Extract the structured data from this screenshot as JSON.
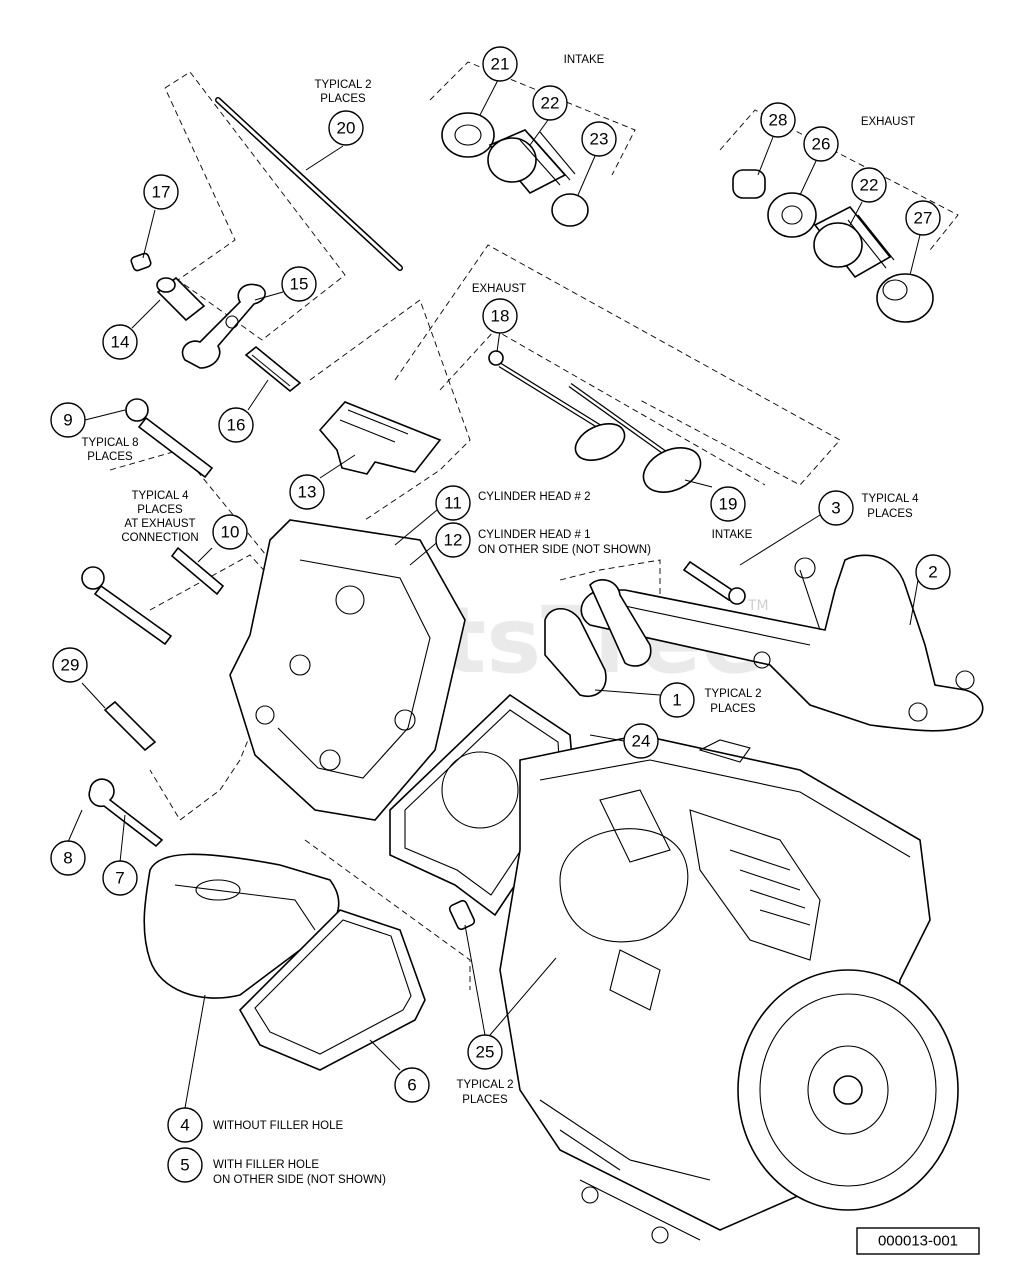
{
  "diagram": {
    "figure_code": "000013-001",
    "watermark": "PartsTree",
    "watermark_tm": "TM"
  },
  "callouts": {
    "c1": "1",
    "c2": "2",
    "c3": "3",
    "c4": "4",
    "c5": "5",
    "c6": "6",
    "c7": "7",
    "c8": "8",
    "c9": "9",
    "c10": "10",
    "c11": "11",
    "c12": "12",
    "c13": "13",
    "c14": "14",
    "c15": "15",
    "c16": "16",
    "c17": "17",
    "c18": "18",
    "c19": "19",
    "c20": "20",
    "c21": "21",
    "c22a": "22",
    "c22b": "22",
    "c23": "23",
    "c24": "24",
    "c25": "25",
    "c26": "26",
    "c27": "27",
    "c28": "28",
    "c29": "29"
  },
  "notes": {
    "intake_top": "INTAKE",
    "exhaust_top": "EXHAUST",
    "typical2_20_l1": "TYPICAL 2",
    "typical2_20_l2": "PLACES",
    "exhaust_18": "EXHAUST",
    "intake_19": "INTAKE",
    "typical8_l1": "TYPICAL 8",
    "typical8_l2": "PLACES",
    "typical4_10_l1": "TYPICAL 4",
    "typical4_10_l2": "PLACES",
    "typical4_10_l3": "AT EXHAUST",
    "typical4_10_l4": "CONNECTION",
    "head2": "CYLINDER HEAD # 2",
    "head1_l1": "CYLINDER HEAD # 1",
    "head1_l2": "ON OTHER SIDE (NOT SHOWN)",
    "typical4_3_l1": "TYPICAL 4",
    "typical4_3_l2": "PLACES",
    "typical2_1_l1": "TYPICAL 2",
    "typical2_1_l2": "PLACES",
    "typical2_25_l1": "TYPICAL 2",
    "typical2_25_l2": "PLACES",
    "note4": "WITHOUT FILLER HOLE",
    "note5_l1": "WITH FILLER HOLE",
    "note5_l2": "ON OTHER SIDE (NOT SHOWN)"
  }
}
